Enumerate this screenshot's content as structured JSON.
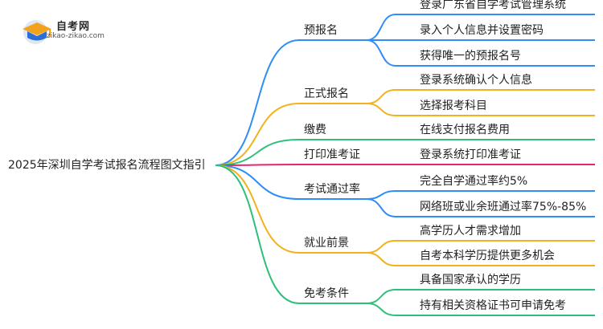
{
  "brand": {
    "name": "自考网",
    "url": "zikao-zikao.com"
  },
  "root": {
    "label": "2025年深圳自学考试报名流程图文指引"
  },
  "branches": [
    {
      "label": "预报名",
      "color": "#2f8df7",
      "children": [
        "登录广东省自学考试管理系统",
        "录入个人信息并设置密码",
        "获得唯一的预报名号"
      ]
    },
    {
      "label": "正式报名",
      "color": "#f2b21d",
      "children": [
        "登录系统确认个人信息",
        "选择报考科目"
      ]
    },
    {
      "label": "缴费",
      "color": "#2ec07a",
      "children": [
        "在线支付报名费用"
      ]
    },
    {
      "label": "打印准考证",
      "color": "#e8246e",
      "children": [
        "登录系统打印准考证"
      ]
    },
    {
      "label": "考试通过率",
      "color": "#2f8df7",
      "children": [
        "完全自学通过率约5%",
        "网络班或业余班通过率75%-85%"
      ]
    },
    {
      "label": "就业前景",
      "color": "#f2b21d",
      "children": [
        "高学历人才需求增加",
        "自考本科学历提供更多机会"
      ]
    },
    {
      "label": "免考条件",
      "color": "#2ec07a",
      "children": [
        "具备国家承认的学历",
        "持有相关资格证书可申请免考"
      ]
    }
  ]
}
